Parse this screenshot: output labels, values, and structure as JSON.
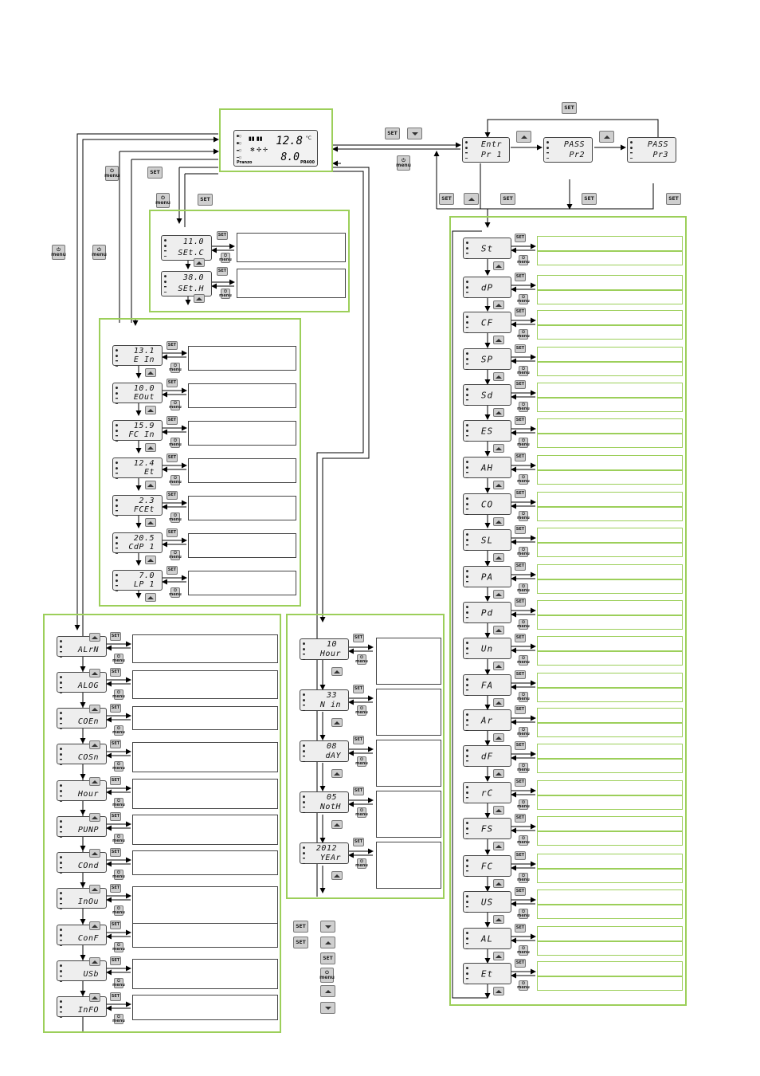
{
  "main_display": {
    "temp": "12.8",
    "unit": "°C",
    "value": "8.0",
    "brand": "Pranzo",
    "model": "PR400"
  },
  "buttons": {
    "set": "SET",
    "menu": "menu"
  },
  "password_screens": [
    {
      "line1": "Entr",
      "line2": "Pr 1"
    },
    {
      "line1": "PASS",
      "line2": "Pr2"
    },
    {
      "line1": "PASS",
      "line2": "Pr3"
    }
  ],
  "setpoint_screens": [
    {
      "value": "11.0",
      "label": "SEt.C"
    },
    {
      "value": "38.0",
      "label": "SEt.H"
    }
  ],
  "probe_screens": [
    {
      "value": "13.1",
      "label": "E In"
    },
    {
      "value": "10.0",
      "label": "EOut"
    },
    {
      "value": "15.9",
      "label": "FC In"
    },
    {
      "value": "12.4",
      "label": "Et"
    },
    {
      "value": "2.3",
      "label": "FCEt"
    },
    {
      "value": "20.5",
      "label": "CdP 1"
    },
    {
      "value": "7.0",
      "label": "LP 1"
    }
  ],
  "function_screens": [
    "ALrN",
    "ALOG",
    "COEn",
    "COSn",
    "Hour",
    "PUNP",
    "COnd",
    "InOu",
    "ConF",
    "USb",
    "InFO"
  ],
  "clock_screens": [
    {
      "value": "10",
      "label": "Hour"
    },
    {
      "value": "33",
      "label": "N in"
    },
    {
      "value": "08",
      "label": "dAY"
    },
    {
      "value": "05",
      "label": "NotH"
    },
    {
      "value": "2012",
      "label": "YEAr"
    }
  ],
  "parameter_screens": [
    "St",
    "dP",
    "CF",
    "SP",
    "Sd",
    "ES",
    "AH",
    "CO",
    "SL",
    "PA",
    "Pd",
    "Un",
    "FA",
    "Ar",
    "dF",
    "rC",
    "FS",
    "FC",
    "US",
    "AL",
    "Et"
  ],
  "legend_buttons": [
    "SET",
    "SET",
    "SET",
    "menu"
  ]
}
